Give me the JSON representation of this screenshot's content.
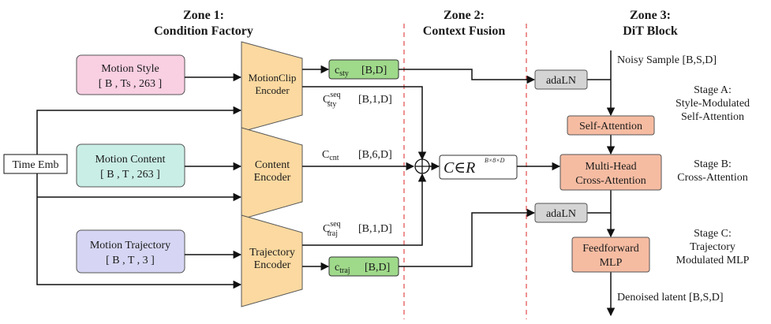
{
  "zones": [
    {
      "title1": "Zone 1:",
      "title2": "Condition Factory"
    },
    {
      "title1": "Zone 2:",
      "title2": "Context Fusion"
    },
    {
      "title1": "Zone 3:",
      "title2": "DiT Block"
    }
  ],
  "inputs": {
    "time_emb": "Time Emb",
    "style": {
      "name": "Motion Style",
      "shape": "[ B , Ts , 263 ]"
    },
    "content": {
      "name": "Motion Content",
      "shape": "[ B , T , 263 ]"
    },
    "trajectory": {
      "name": "Motion Trajectory",
      "shape": "[ B , T , 3 ]"
    }
  },
  "encoders": {
    "style": {
      "line1": "MotionClip",
      "line2": "Encoder"
    },
    "content": {
      "line1": "Content",
      "line2": "Encoder"
    },
    "trajectory": {
      "line1": "Trajectory",
      "line2": "Encoder"
    }
  },
  "signals": {
    "c_sty": {
      "base": "c",
      "sub": "sty",
      "dim": "[B,D]"
    },
    "c_sty_seq": {
      "base": "C",
      "sup": "seq",
      "sub": "sty",
      "dim": "[B,1,D]"
    },
    "c_cnt": {
      "base": "C",
      "sub": "cnt",
      "dim": "[B,6,D]"
    },
    "c_traj_seq": {
      "base": "C",
      "sup": "seq",
      "sub": "traj",
      "dim": "[B,1,D]"
    },
    "c_traj": {
      "base": "c",
      "sub": "traj",
      "dim": "[B,D]"
    }
  },
  "fusion": {
    "symbol": "⊕",
    "context_main": "C∈R",
    "context_sup": "B×8×D"
  },
  "dit": {
    "noisy_sample": "Noisy Sample  [B,S,D]",
    "adaln": "adaLN",
    "self_attention": "Self-Attention",
    "cross_attention_1": "Multi-Head",
    "cross_attention_2": "Cross-Attention",
    "ffn_1": "Feedforward",
    "ffn_2": "MLP",
    "output": "Denoised latent  [B,S,D]"
  },
  "stages": {
    "a": [
      "Stage A:",
      "Style-Modulated",
      "Self-Attention"
    ],
    "b": [
      "Stage B:",
      "Cross-Attention"
    ],
    "c": [
      "Stage C:",
      "Trajectory",
      "Modulated MLP"
    ]
  },
  "colors": {
    "style_input": "#f9cfe2",
    "content_input": "#c9eee6",
    "trajectory_input": "#d6d6f4",
    "encoder": "#fbd9a0",
    "signal": "#9fd98a",
    "dit_block": "#f6bca2",
    "adaln": "#d4d4d4",
    "divider": "#e34b4b"
  }
}
